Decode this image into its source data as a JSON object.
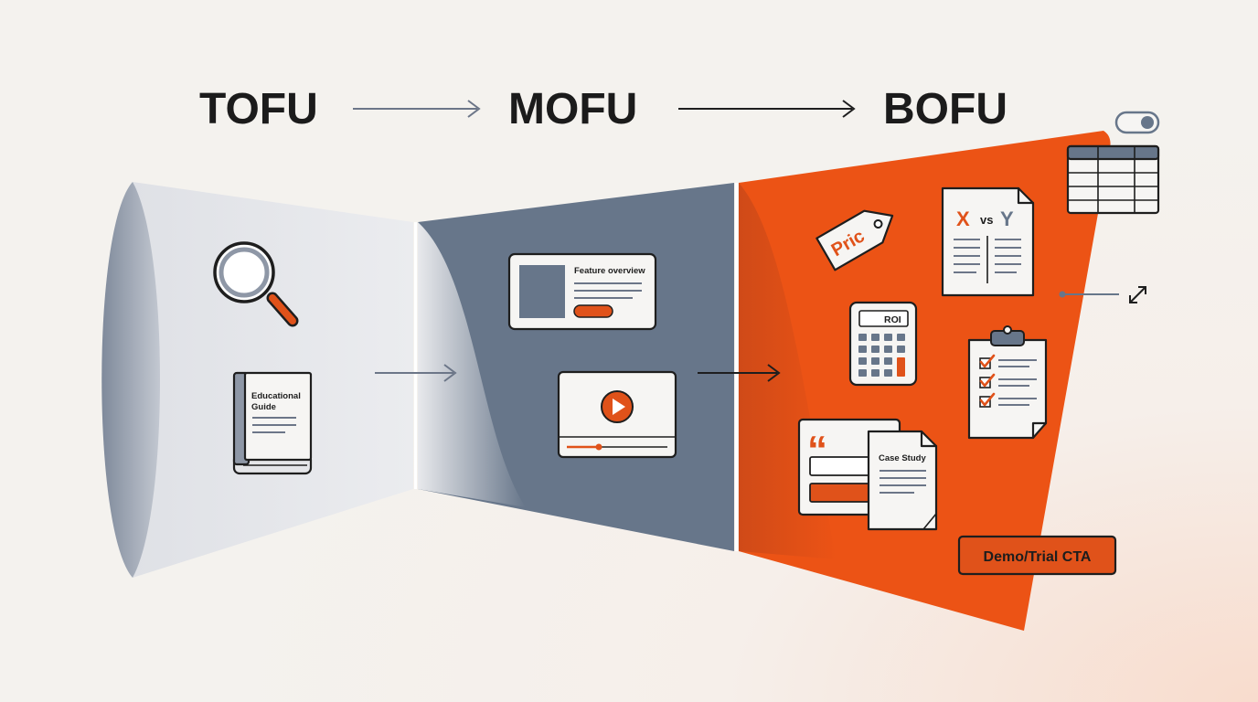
{
  "stages": [
    {
      "name": "TOFU"
    },
    {
      "name": "MOFU"
    },
    {
      "name": "BOFU"
    }
  ],
  "tofu": {
    "assets": [
      {
        "id": "search",
        "icon": "magnifier-icon"
      },
      {
        "id": "guide",
        "icon": "book-icon",
        "label_line1": "Educational",
        "label_line2": "Guide"
      }
    ]
  },
  "mofu": {
    "assets": [
      {
        "id": "feature",
        "icon": "webpage-icon",
        "label": "Feature overview"
      },
      {
        "id": "video",
        "icon": "video-player-icon"
      }
    ]
  },
  "bofu": {
    "assets": [
      {
        "id": "price",
        "icon": "price-tag-icon",
        "label": "Pric"
      },
      {
        "id": "compare",
        "icon": "comparison-doc-icon",
        "x": "X",
        "vs": "vs",
        "y": "Y"
      },
      {
        "id": "roi",
        "icon": "calculator-icon",
        "label": "ROI"
      },
      {
        "id": "checklist",
        "icon": "clipboard-checklist-icon"
      },
      {
        "id": "testimonial",
        "icon": "quote-card-icon",
        "glyph": "“"
      },
      {
        "id": "casestudy",
        "icon": "case-study-doc-icon",
        "label": "Case Study"
      },
      {
        "id": "table",
        "icon": "table-grid-icon"
      },
      {
        "id": "toggle",
        "icon": "toggle-switch-icon"
      },
      {
        "id": "expand",
        "icon": "expand-arrows-icon"
      }
    ],
    "cta": "Demo/Trial CTA"
  },
  "colors": {
    "accent": "#ec5315",
    "tofu_band": "#e4e5e8",
    "mofu_band": "#67768a",
    "ink": "#1e1e1e"
  }
}
